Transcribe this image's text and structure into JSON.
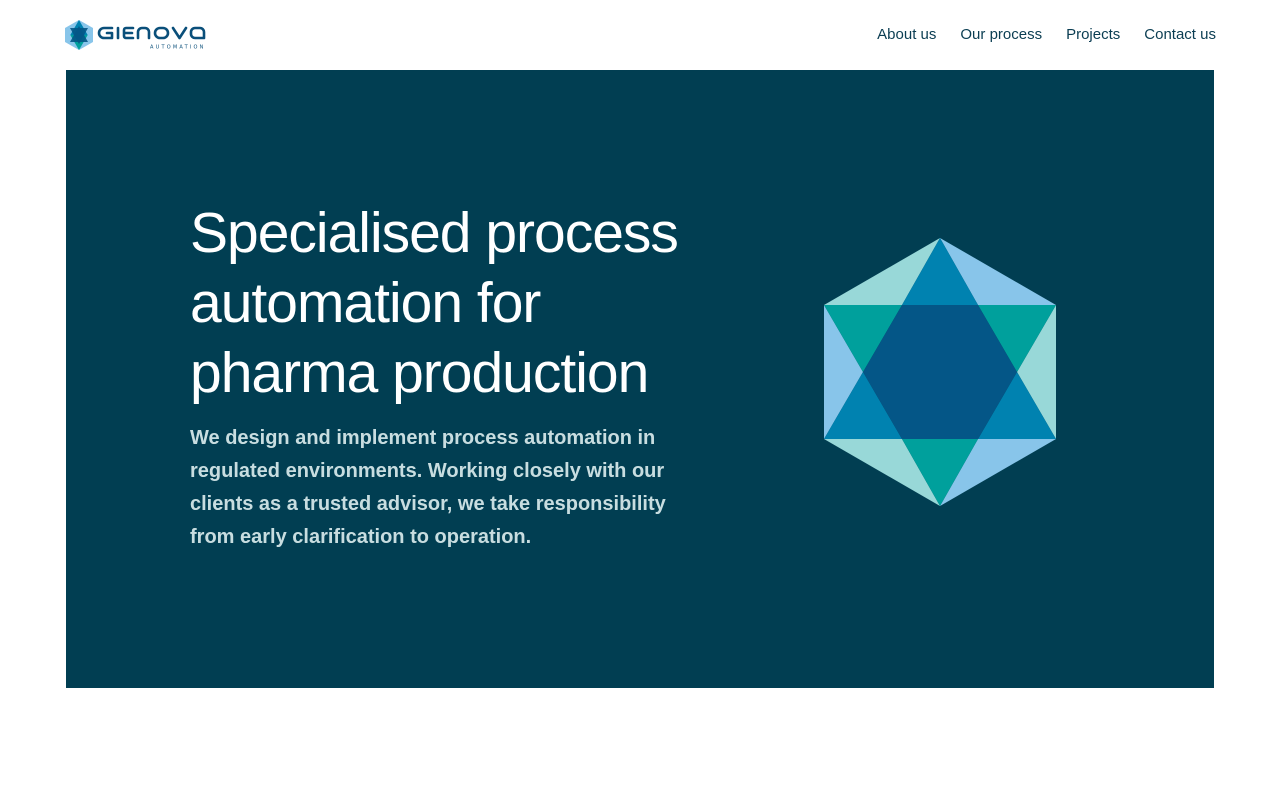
{
  "header": {
    "logo": {
      "brand": "GIENOVA",
      "tagline": "AUTOMATION"
    },
    "nav": [
      {
        "label": "About us"
      },
      {
        "label": "Our process"
      },
      {
        "label": "Projects"
      },
      {
        "label": "Contact us"
      }
    ]
  },
  "hero": {
    "title": "Specialised process automation for pharma production",
    "text": "We design and implement process automation in regulated environments. Working closely with our clients as a trusted advisor, we take responsibility from early clarification to operation.",
    "graphic_icon": "hexagram-hexagon-icon"
  },
  "colors": {
    "nav_text": "#0a3d52",
    "hero_background": "#013e52",
    "hero_title": "#ffffff",
    "hero_text": "#c8dde0",
    "brand_dark_blue": "#045687",
    "brand_blue": "#0082b0",
    "brand_teal": "#00a09c",
    "brand_light_blue": "#88c5ea",
    "brand_mint": "#98d8d8"
  }
}
